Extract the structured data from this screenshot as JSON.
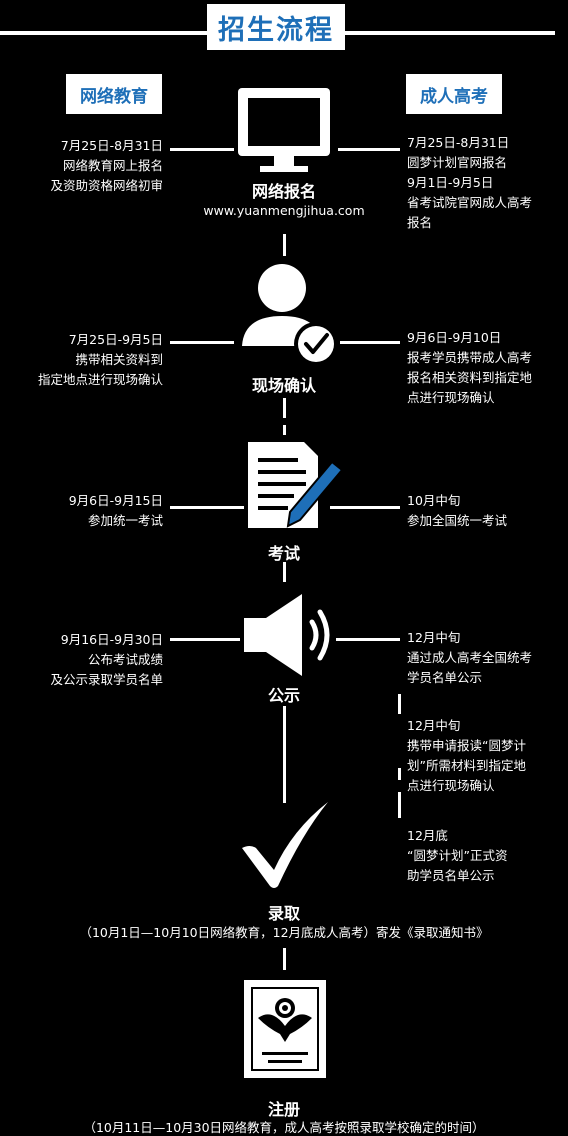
{
  "title": "招生流程",
  "tabs": {
    "left": "网络教育",
    "right": "成人高考"
  },
  "steps": {
    "s1": {
      "name": "网络报名",
      "url": "www.yuanmengjihua.com",
      "left": [
        "7月25日-8月31日",
        "网络教育网上报名",
        "及资助资格网络初审"
      ],
      "right": [
        "7月25日-8月31日",
        "圆梦计划官网报名",
        "9月1日-9月5日",
        "省考试院官网成人高考",
        "报名"
      ]
    },
    "s2": {
      "name": "现场确认",
      "left": [
        "7月25日-9月5日",
        "携带相关资料到",
        "指定地点进行现场确认"
      ],
      "right": [
        "9月6日-9月10日",
        "报考学员携带成人高考",
        "报名相关资料到指定地",
        "点进行现场确认"
      ]
    },
    "s3": {
      "name": "考试",
      "left": [
        "9月6日-9月15日",
        "参加统一考试"
      ],
      "right": [
        "10月中旬",
        "参加全国统一考试"
      ]
    },
    "s4": {
      "name": "公示",
      "left": [
        "9月16日-9月30日",
        "公布考试成绩",
        "及公示录取学员名单"
      ],
      "right": [
        "12月中旬",
        "通过成人高考全国统考",
        "学员名单公示"
      ],
      "right2": [
        "12月中旬",
        "携带申请报读“圆梦计",
        "划”所需材料到指定地",
        "点进行现场确认"
      ],
      "right3": [
        "12月底",
        "“圆梦计划”正式资",
        "助学员名单公示"
      ]
    },
    "s5": {
      "name": "录取",
      "note": "（10月1日—10月10日网络教育，12月底成人高考）寄发《录取通知书》"
    },
    "s6": {
      "name": "注册",
      "note": "（10月11日—10月30日网络教育，成人高考按照录取学校确定的时间）"
    }
  },
  "icons": [
    "monitor-icon",
    "user-check-icon",
    "document-pen-icon",
    "speaker-icon",
    "checkmark-icon",
    "certificate-icon"
  ],
  "colors": {
    "background": "#000000",
    "foreground": "#ffffff",
    "accent": "#1e6fb8"
  }
}
